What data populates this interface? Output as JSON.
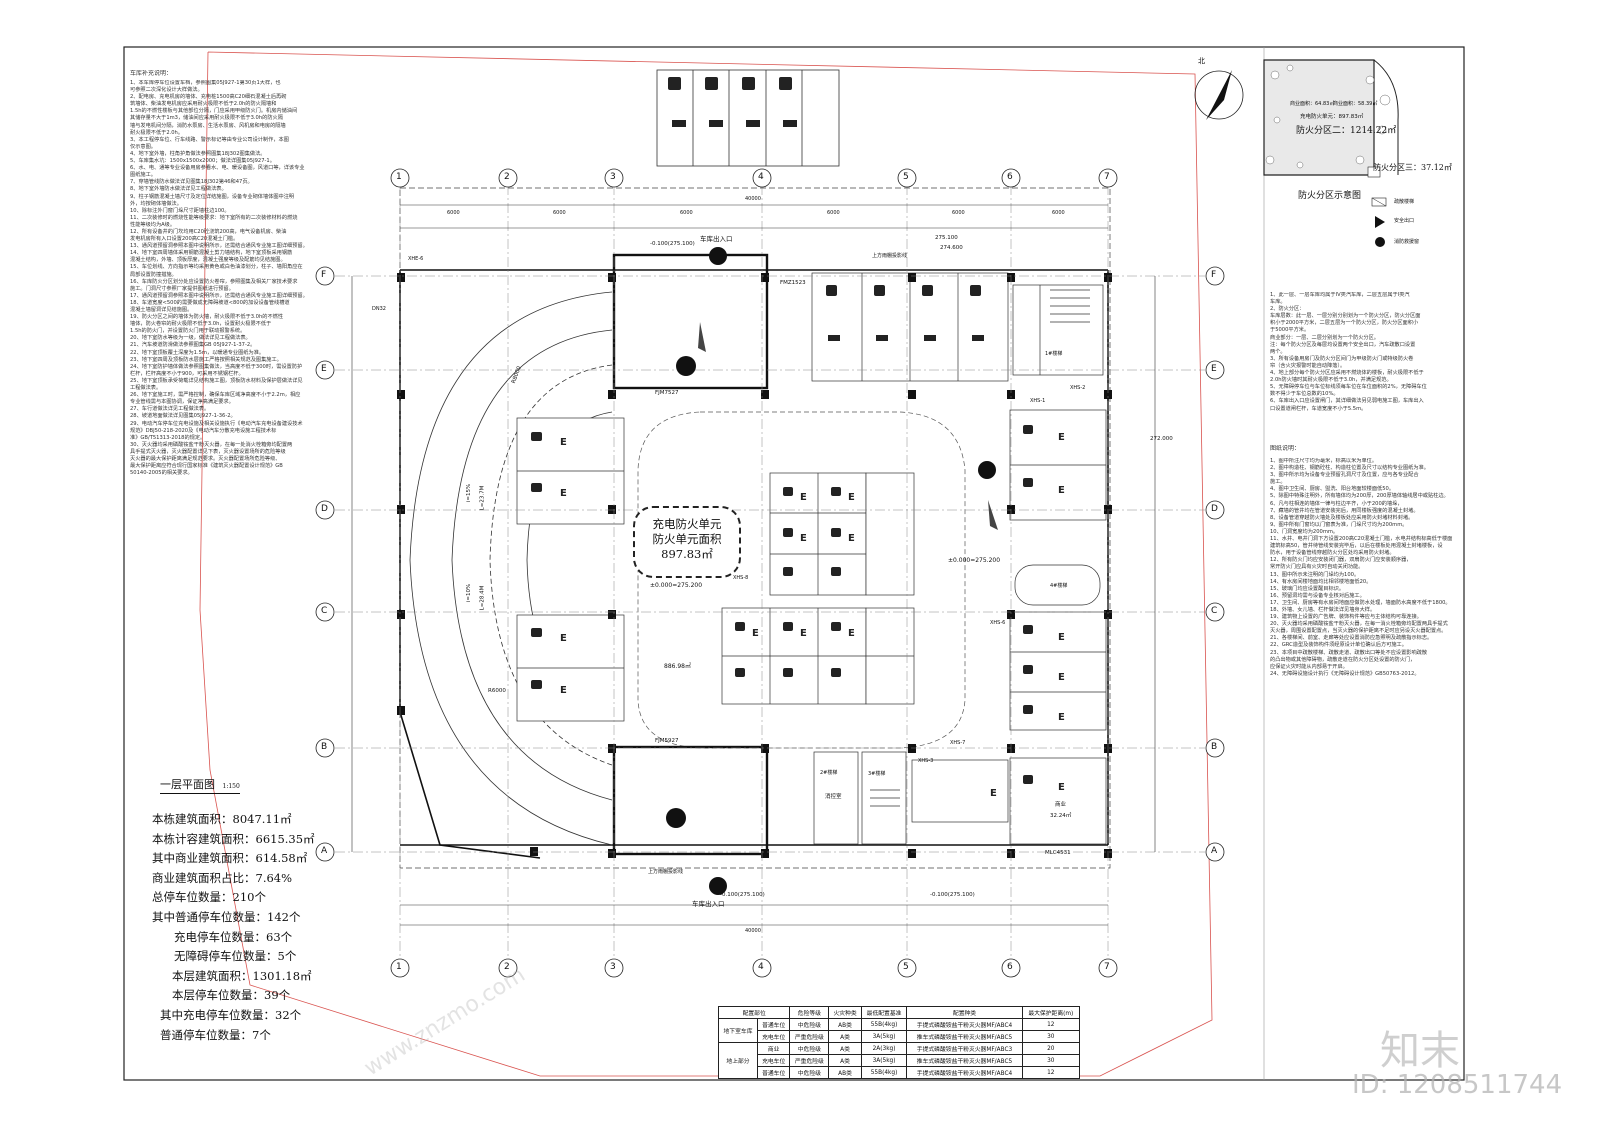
{
  "notes_title": "车库补充说明：",
  "notes_left": "1、本车库停车位设置车档，参照图集05J927-1第30页1大样，也\n可参照二次深化设计大样做法。\n2、配电房、充电机房的墙体、充电桩1500高C20细石混凝土后再砌\n筑墙体、柴油发电机房应采用耐火极限不低于2.0h的防火隔墙和\n1.5h的不燃性楼板与其他部位分隔，门应采用甲级防火门。机房内储油间\n其储存量不大于1m3，储油间应采用耐火极限不低于3.0h的防火隔\n墙与发电机间分隔，消防水泵房、生活水泵房、风机房和电房的隔墙\n耐火极限不低于2.0h。\n3、本工程停车位、行车线路、警示标记等由专业公司设计制作，本图\n仅示意图。\n4、地下室外墙，柱角护角做法参照图集18J302图集做法。\n5、车库集水坑：1500x1500x2000；做法详图集05J927-1。\n6、水、电、通等专业设备用房参看水、电、暖设备图，风道口等，详该专业\n图纸施工。\n7、穿墙管线防水做法详见图集18J302第46和47页。\n8、地下室外墙防水做法详见工程做法表。\n9、柱子钢筋混凝土墙尺寸及定位详结施图，设备专业砌体墙体图中注明\n外，均按砌体墙做法。\n10、除标注外门窗门垛尺寸距墙柱边100。\n11、二次装修时的燃烧性能等级要求：地下室所有的二次装修材料的燃烧\n性能等级均为A级。\n12、所有设备井的门坎均用C20砼浇筑200高，电气设备机房、柴油\n发电机房所有入口设置200高C20混凝土门槛。\n13、通风道预留洞参照本图中说明所示，还需结合通风专业施工图详细预留。\n14、地下室四周墙体采用钢筋混凝土剪力墙结构，地下室顶板采用钢筋\n混凝土结构，外墙、顶板厚度，混凝土强度等级及配筋均见结施图。\n15、车位划线、方向指示等均采用黄色或白色油漆划分，柱子、墙阳角应在\n局部设置防撞措施。\n16、车库防火分区划分处应设置防火卷帘，参照图集及相关厂家技术要求\n施工。门洞尺寸参照厂家提供图纸进行预留。\n17、通风道预留洞参照本图中说明所示，还需结合通风专业施工图详细预留。\n18、车道宽度<500的需要做成无障碍坡道<800的加设设备管线槽道\n混凝土墙留洞详见结施图。\n19、防火分区之间的墙体为防火墙，耐火极限不低于3.0h的不燃性\n墙体，防火卷帘的耐火极限不低于3.0h，设置耐火极限不低于\n1.5h的防火门，并设置防火门用于联动报警系统。\n20、地下室防水等级为一级，做法详见工程做法表。\n21、汽车坡道防滑做法参照图集GB 05J927-1-37-2。\n22、地下室顶板覆土深度为1.5m，以暖通专业图纸为准。\n23、地下室四周及顶板防水层施工严格按照相关规范及图集施工。\n24、地下室防护墙体做法参照图集做法，当高度不低于300时，需设置防护\n栏杆，栏杆高度不小于900，可采用不锈钢栏杆。\n25、地下室顶板承受荷载详见结构施工图，顶板防水材料及保护层做法详见\n工程做法表。\n26、地下室施工时，需严格控制，确保车库区域净高度不小于2.2m，相应\n专业管线需与本图协调，保证净高满足要求。\n27、车行道做法详见工程做法表。\n28、坡道地面做法详见图集05J927-1-36-2。\n29、电动汽车停车位充电设施及相关设施执行《电动汽车充电设备建设技术\n规范》DBJ50-218-2020及《电动汽车分散充电设施工程技术标\n准》GB/T51313-2018的规定。\n30、灭火器均采用磷酸铵盐干粉灭火器，在每一处消火栓箱旁均配置两\n具手提式灭火器，灭火器配置详见下表，灭火器设置场所的危险等级\n灭火器的最大保护距离满足规范要求。灭火器配置场所危险等级、\n最大保护距离应符合现行国家标准《建筑灭火器配置设计规范》GB\n50140-2005的相关要求。",
  "notes_right": "1、此一层、一层车库均属于IV类汽车库，二层五层属于I类汽\n车库。\n2、防火分区：\n车库层数：此一层、一层分别分别划为一个防火分区，防火分区面\n积小于2000平方米，二层五层为一个防火分区，防火分区面积小\n于5000平方米。\n商业部分：一层、二层分别划为一个防火分区。\n注：每个防火分区及每层均设置两个安全出口，汽车疏散口设置\n两个。\n3、所有设备用房门及防火分区间门为甲级防火门或特级防火卷\n帘（含火灾报警时能自动降落）。\n4、地上部分每个防火分区应采用不燃烧体的楼板，耐火极限不低于\n2.0h防火墙时其耐火极限不低于3.0h，并满足规范。\n5、无障碍停车位与车位标线须每车位在车位面积的2%，无障碍车位\n数不得少于车位总数的10%。\n6、车库出入口应设置闸门，其详细做法另见弱电施工图，车库出入\n口设置道闸栏杆，车道宽度不小于5.5m。",
  "legend_heading": "图纸说明：",
  "notes_right2": "1、图中所注尺寸均为毫米，标高以米为单位。\n2、图中构造柱、钢筋砼柱、构造柱位置及尺寸以结构专业图纸为准。\n3、图中所示均为设备专业预留孔洞尺寸及位置，应与各专业配合\n施工。\n4、图中卫生间、厨房、盥洗、阳台地面较楼面低50。\n5、除图中特殊注明外，所有墙体均为200厚，200厚墙体轴线居中或贴柱边。\n6、凡与柱相连的墙体一律与柱边平齐，小于200的墙垛，\n7、藏墙的管井均在管道安装完后，用同楼板强度的混凝土封堵。\n8、设备管道穿越防火墙处及楼板处应采用防火封堵材料封堵。\n9、图中所有门窗均以门窗表为准，门垛尺寸均为200mm。\n10、门洞宽度均为200mm。\n11、水井、电井门洞下方设置200高C20混凝土门槛，水电井结构标高低于楼面\n建筑标高50，管井待管线安装完毕后，以后在楼板处用混凝土封堵楼板，设\n防水，用于设备管线穿越防火分区处均采用防火封堵。\n12、所有防火门均应安装闭门器，双扇防火门应安装顺序器，\n常开防火门应具有火灾时自动关闭功能。\n13、图中所示未注明的门垛均为100。\n14、有水房间楼地面均比相邻楼地面低20。\n15、玻璃门均应设置醒目标识。\n16、预留洞均需与设备专业核对后施工。\n17、卫生间、厨房等有水房间地面应做防水处理，墙面防水高度不低于1800。\n18、外墙、女儿墙、栏杆做法详见墙身大样。\n19、建筑物上设置的广告牌、装饰构件等应与主体结构可靠连接。\n20、灭火器均采用磷酸铵盐干粉灭火器，在每一消火栓箱旁均配置两具手提式\n灭火器，周围设置配置点，当灭火器的保护距离不足时应另设灭火器配置点。\n21、各楼梯间、前室、走廊等处应设置消防应急照明及疏散指示标志。\n22、GRC造型及装饰构件须经原设计单位确认后方可施工。\n23、本项目中疏散楼梯、疏散走道、疏散出口等处不应设置影响疏散\n的凸出物或其他障碍物，疏散走道在防火分区处设置的防火门，\n应保证火灾时能从内部易于开启。\n24、无障碍设施设计执行《无障碍设计规范》GB50763-2012。",
  "sheet_title": "一层平面图",
  "scale": "1:150",
  "north_letter": "北",
  "stats": [
    "本栋建筑面积：8047.11㎡",
    "本栋计容建筑面积：6615.35㎡",
    "其中商业建筑面积：614.58㎡",
    "商业建筑面积占比：7.64%",
    "总停车位数量：210个",
    "其中普通停车位数量：142个",
    "充电停车位数量：63个",
    "无障碍停车位数量：5个",
    "本层建筑面积：1301.18㎡",
    "本层停车位数量：39个",
    "其中充电停车位数量：32个",
    "普通停车位数量：7个"
  ],
  "fire_unit": {
    "line1": "充电防火单元",
    "line2": "防火单元面积",
    "line3": "897.83㎡"
  },
  "fire_zone_diagram": {
    "title": "防火分区示意图",
    "zone2": "防火分区二：1214.22㎡",
    "zone3": "防火分区三：37.12㎡",
    "unit_label": "充电防火单元：897.83㎡",
    "area1": "商业面积：64.83㎡",
    "area2": "商业面积：58.39㎡",
    "legend_1": "疏散楼梯",
    "legend_2": "安全出口",
    "legend_3": "消防救援窗"
  },
  "grid": {
    "cols": [
      "1",
      "2",
      "3",
      "4",
      "5",
      "6",
      "7"
    ],
    "rows": [
      "F",
      "E",
      "D",
      "C",
      "B",
      "A"
    ],
    "dims_top": [
      "6000",
      "6000",
      "6000",
      "6000",
      "6000",
      "6000"
    ],
    "total": "40000"
  },
  "plan_labels": {
    "entrance_top": "车库出入口",
    "entrance_bottom": "车库出入口",
    "elev_top": "-0.100(275.100)",
    "elev_bottom": "-0.100(275.100)",
    "elev_bottom2": "-0.100(275.100)",
    "elev_main": "±0.000=275.200",
    "elev_right": "±0.000=275.200",
    "area_mid": "886.98㎡",
    "elev_272": "272.000",
    "stair1": "1#楼梯",
    "stair2": "2#楼梯",
    "stair3": "3#楼梯",
    "elevator": "4#楼梯",
    "shop": "商业",
    "shop_area": "32.24㎡",
    "fire_room": "消控室",
    "upper": "上方雨棚投影线",
    "dim_275": "275.100",
    "dim_274": "274.600",
    "r_1": "R8000",
    "r_2": "R6000",
    "ramp_1": "i=15%",
    "ramp_2": "i=10%",
    "slope_1": "L=23.7M",
    "slope_2": "L=28.4M",
    "code_1": "FJM7527",
    "code_2": "FJM5927",
    "code_3": "FMZ1523",
    "code_4": "MLC4531",
    "code_5": "XHS-1",
    "code_6": "XHS-2",
    "code_7": "XHS-3",
    "code_8": "XHS-6",
    "code_9": "XHS-7",
    "code_10": "XHS-8",
    "code_11": "XHE-6",
    "dn": "DN32"
  },
  "table": {
    "header": [
      "配置部位",
      "危险等级",
      "火灾种类",
      "最低配置基准",
      "配置种类",
      "最大保护距离(m)"
    ],
    "rows": [
      [
        "地下室车库",
        "普通车位",
        "中危险级",
        "AB类",
        "55B(4kg)",
        "手提式磷酸铵盐干粉灭火器MF/ABC4",
        "12"
      ],
      [
        "",
        "充电车位",
        "严重危险级",
        "A类",
        "3A(5kg)",
        "推车式磷酸铵盐干粉灭火器MF/ABC5",
        "30"
      ],
      [
        "地上部分",
        "商业",
        "中危险级",
        "A类",
        "2A(3kg)",
        "手提式磷酸铵盐干粉灭火器MF/ABC3",
        "20"
      ],
      [
        "",
        "充电车位",
        "严重危险级",
        "A类",
        "3A(5kg)",
        "推车式磷酸铵盐干粉灭火器MF/ABC5",
        "30"
      ],
      [
        "",
        "普通车位",
        "中危险级",
        "AB类",
        "55B(4kg)",
        "手提式磷酸铵盐干粉灭火器MF/ABC4",
        "12"
      ]
    ]
  },
  "brand": "知末",
  "id_text": "ID: 1208511744",
  "watermark": "www.znzmo.com"
}
